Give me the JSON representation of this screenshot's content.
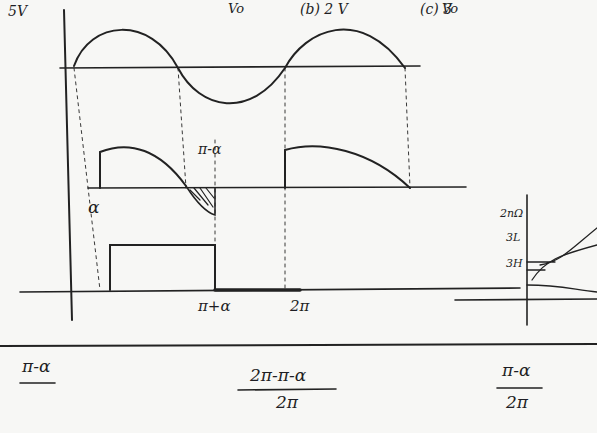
{
  "diagram": {
    "labels": [
      "5V",
      "Vo",
      "(b) 2 V",
      "Vo",
      "(c) 3",
      "α",
      "π-α",
      "π+α",
      "2π",
      "2nΩ",
      "3L",
      "3H",
      "π-α",
      "2π-π-α",
      "2π",
      "π-α",
      "2π"
    ]
  }
}
